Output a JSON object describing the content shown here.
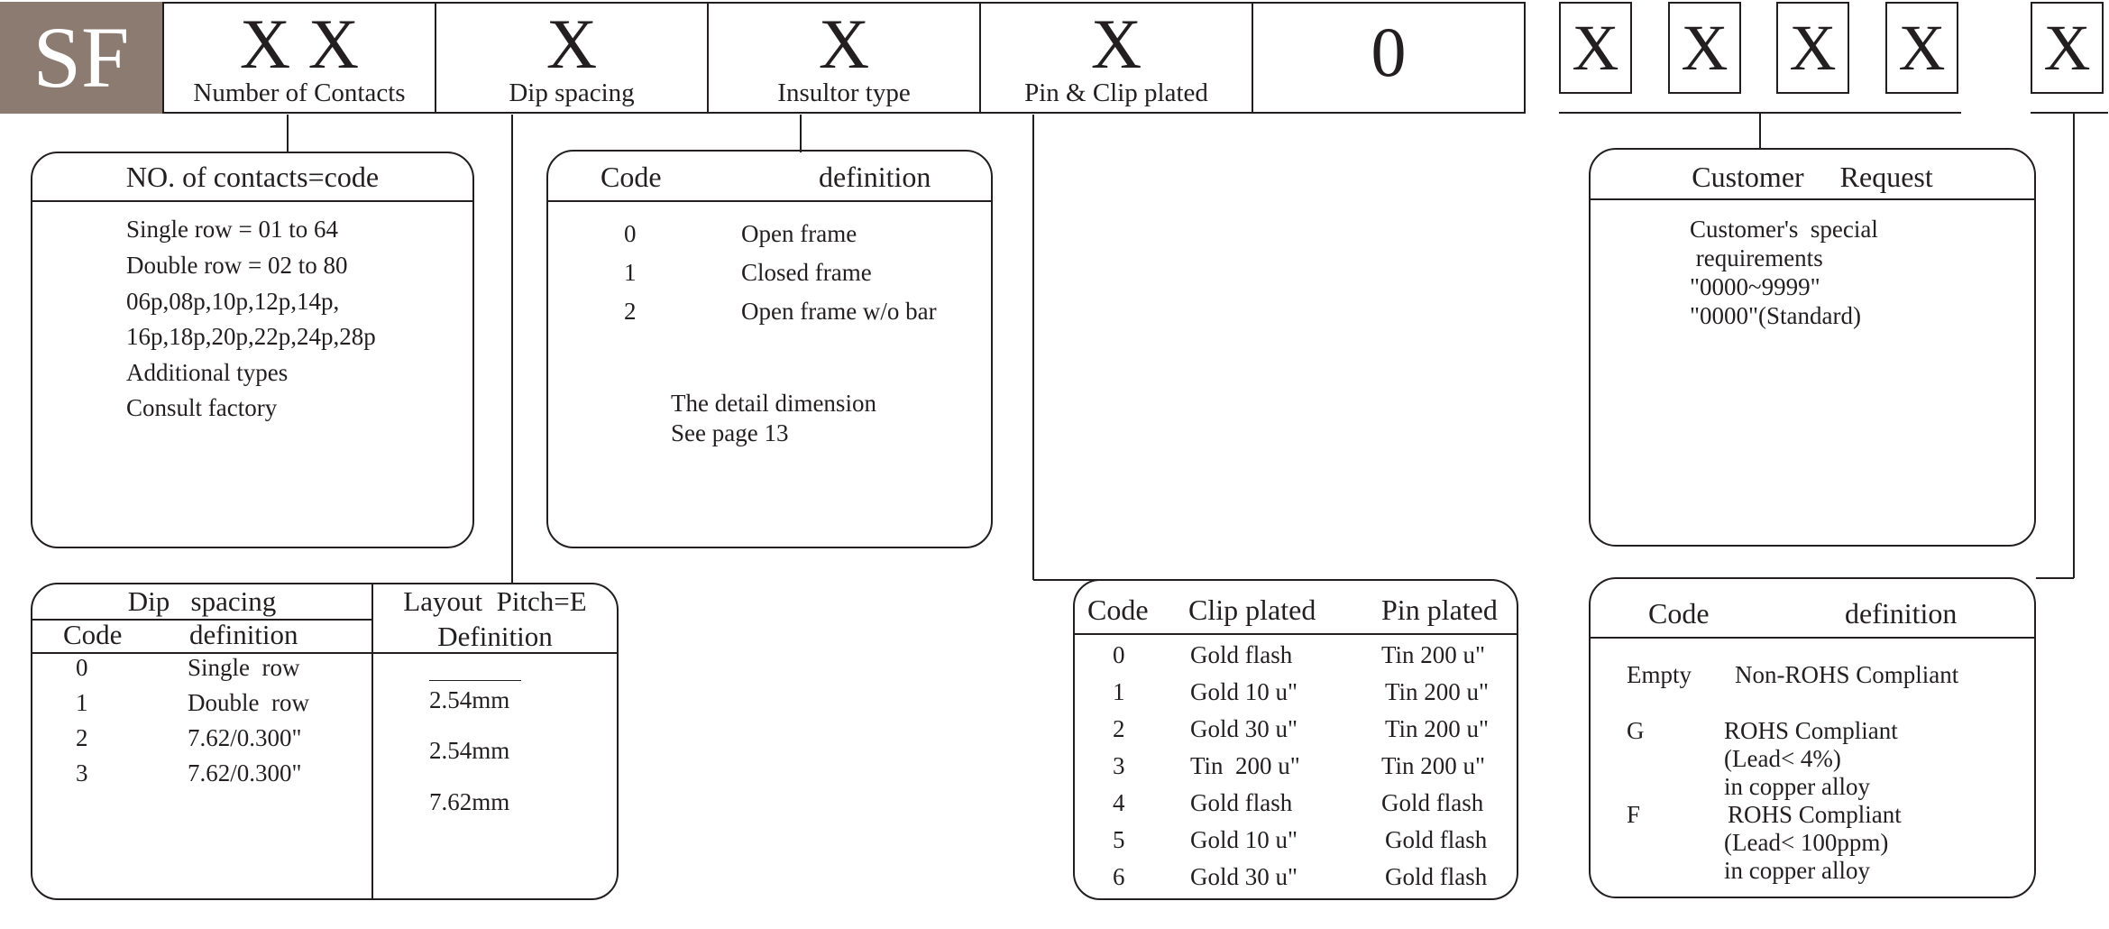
{
  "part_number": {
    "prefix": "SF",
    "fields": [
      {
        "code": "X X",
        "label": "Number of Contacts"
      },
      {
        "code": "X",
        "label": "Dip spacing"
      },
      {
        "code": "X",
        "label": "Insultor type"
      },
      {
        "code": "X",
        "label": "Pin & Clip plated"
      },
      {
        "code": "0"
      }
    ],
    "customer_codes": [
      "X",
      "X",
      "X",
      "X"
    ],
    "rohs_code": "X"
  },
  "contacts_box": {
    "title": "NO. of contacts=code",
    "lines": [
      "Single row = 01 to 64",
      "Double row = 02 to 80",
      "06p,08p,10p,12p,14p,",
      "16p,18p,20p,22p,24p,28p",
      "Additional types",
      "Consult factory"
    ]
  },
  "insulator_box": {
    "header_code": "Code",
    "header_definition": "definition",
    "rows": [
      {
        "code": "0",
        "definition": "Open frame"
      },
      {
        "code": "1",
        "definition": "Closed frame"
      },
      {
        "code": "2",
        "definition": "Open frame w/o bar"
      }
    ],
    "note_line1": "The detail dimension",
    "note_line2": "See page 13"
  },
  "dip_box": {
    "title": "Dip   spacing",
    "header_code": "Code",
    "header_definition": "definition",
    "pitch_title": "Layout  Pitch=E",
    "pitch_header": "Definition",
    "rows": [
      {
        "code": "0",
        "definition": "Single  row"
      },
      {
        "code": "1",
        "definition": "Double  row"
      },
      {
        "code": "2",
        "definition": "7.62/0.300\""
      },
      {
        "code": "3",
        "definition": "7.62/0.300\""
      }
    ],
    "pitches": [
      "2.54mm",
      "2.54mm",
      "7.62mm"
    ]
  },
  "plating_box": {
    "header_code": "Code",
    "header_clip": "Clip plated",
    "header_pin": "Pin plated",
    "rows": [
      {
        "code": "0",
        "clip": "Gold flash",
        "pin": "Tin 200 u\""
      },
      {
        "code": "1",
        "clip": "Gold 10 u\"",
        "pin": "Tin 200 u\""
      },
      {
        "code": "2",
        "clip": "Gold 30 u\"",
        "pin": "Tin 200 u\""
      },
      {
        "code": "3",
        "clip": "Tin  200 u\"",
        "pin": "Tin 200 u\""
      },
      {
        "code": "4",
        "clip": "Gold flash",
        "pin": "Gold flash"
      },
      {
        "code": "5",
        "clip": "Gold 10 u\"",
        "pin": "Gold flash"
      },
      {
        "code": "6",
        "clip": "Gold 30 u\"",
        "pin": "Gold flash"
      }
    ]
  },
  "customer_box": {
    "title": "Customer     Request",
    "lines": [
      "Customer's  special",
      " requirements",
      "\"0000~9999\"",
      "\"0000\"(Standard)"
    ]
  },
  "rohs_box": {
    "header_code": "Code",
    "header_definition": "definition",
    "empty_code": "Empty",
    "empty_def": "Non-ROHS Compliant",
    "g_code": "G",
    "g_lines": [
      "ROHS Compliant",
      "(Lead< 4%)",
      "in copper alloy"
    ],
    "f_code": "F",
    "f_lines": [
      "ROHS Compliant",
      "(Lead< 100ppm)",
      "in copper alloy"
    ]
  },
  "colors": {
    "logo_bg": "#8c7b70",
    "ink": "#231f20"
  }
}
